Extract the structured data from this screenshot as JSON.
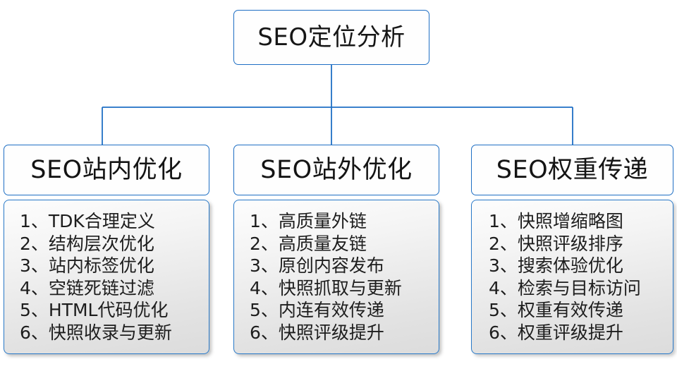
{
  "diagram": {
    "title": "SEO定位分析",
    "root": {
      "label": "SEO定位分析"
    },
    "accent_color": "#1f6fc4",
    "panel_border_color": "#2a7ac9",
    "text_color": "#1d1d1d",
    "branches": [
      {
        "header": "SEO站内优化",
        "items": [
          {
            "index": "1、",
            "text": "TDK合理定义"
          },
          {
            "index": "2、",
            "text": "结构层次优化"
          },
          {
            "index": "3、",
            "text": "站内标签优化"
          },
          {
            "index": "4、",
            "text": "空链死链过滤"
          },
          {
            "index": "5、",
            "text": "HTML代码优化"
          },
          {
            "index": "6、",
            "text": "快照收录与更新"
          }
        ]
      },
      {
        "header": "SEO站外优化",
        "items": [
          {
            "index": "1、",
            "text": "高质量外链"
          },
          {
            "index": "2、",
            "text": "高质量友链"
          },
          {
            "index": "3、",
            "text": "原创内容发布"
          },
          {
            "index": "4、",
            "text": "快照抓取与更新"
          },
          {
            "index": "5、",
            "text": "内连有效传递"
          },
          {
            "index": "6、",
            "text": "快照评级提升"
          }
        ]
      },
      {
        "header": "SEO权重传递",
        "items": [
          {
            "index": "1、",
            "text": "快照增缩略图"
          },
          {
            "index": "2、",
            "text": "快照评级排序"
          },
          {
            "index": "3、",
            "text": "搜索体验优化"
          },
          {
            "index": "4、",
            "text": "检索与目标访问"
          },
          {
            "index": "5、",
            "text": "权重有效传递"
          },
          {
            "index": "6、",
            "text": "权重评级提升"
          }
        ]
      }
    ]
  }
}
